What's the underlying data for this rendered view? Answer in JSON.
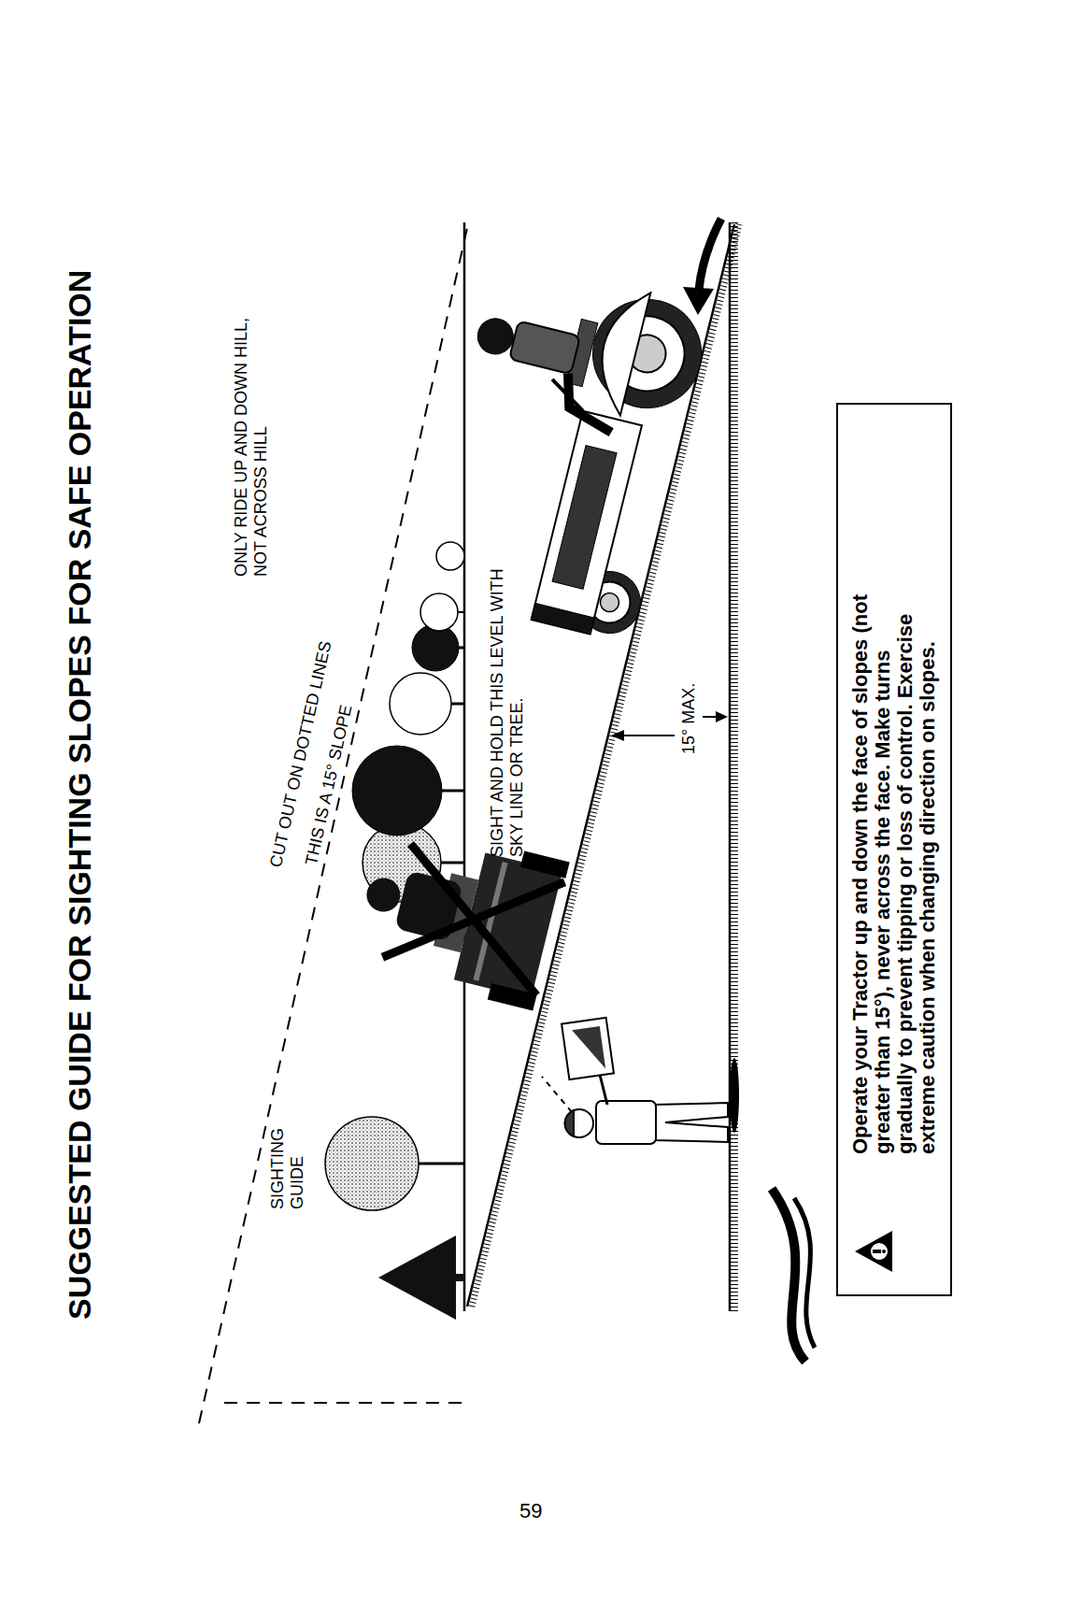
{
  "diagram": {
    "title": "SUGGESTED GUIDE FOR SIGHTING SLOPES FOR SAFE OPERATION",
    "nodes": [
      {
        "text": [
          "Operate your Tractor up and down the face of slopes (not greater than 15°), never across the face. Make turns gradually to prevent tipping or loss of control. Exercise extreme caution when changing direction on slopes."
        ]
      }
    ],
    "labels": [
      "SIGHTING GUIDE",
      "CUT OUT ON DOTTED LINES",
      "THIS IS A 15° SLOPE",
      "ONLY RIDE UP AND DOWN HILL, NOT ACROSS HILL",
      "SIGHT AND HOLD THIS LEVEL WITH SKY LINE OR TREE.",
      "15° MAX.",
      "59"
    ]
  }
}
